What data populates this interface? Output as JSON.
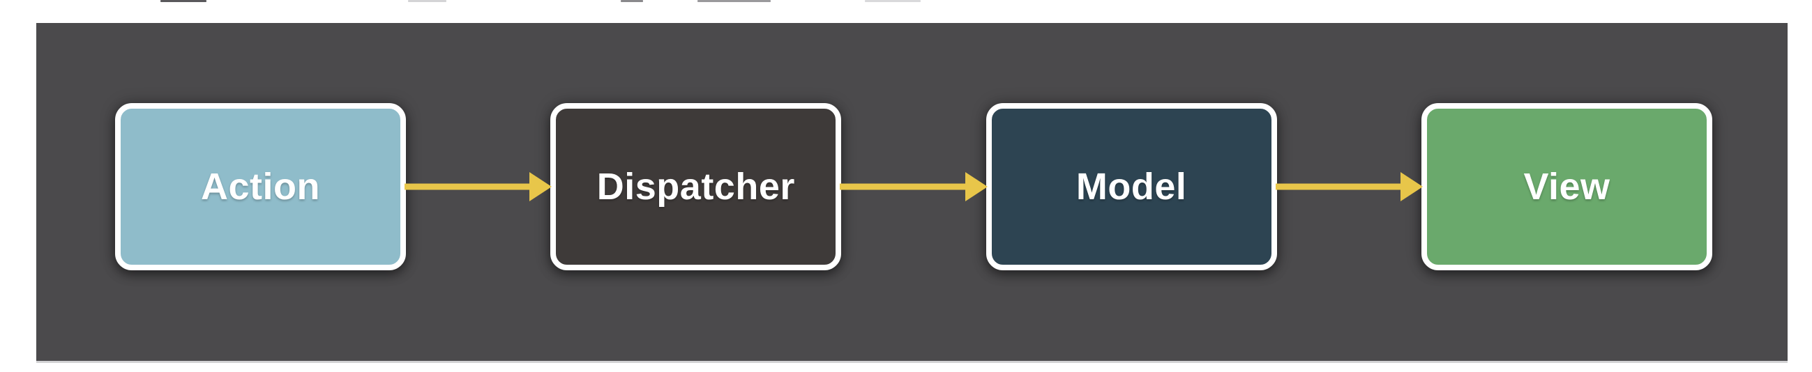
{
  "diagram": {
    "type": "flow",
    "direction": "left-to-right",
    "nodes": [
      {
        "id": "action",
        "label": "Action",
        "fill": "#8fbcca",
        "text_color": "#ffffff"
      },
      {
        "id": "dispatcher",
        "label": "Dispatcher",
        "fill": "#3e3a39",
        "text_color": "#ffffff"
      },
      {
        "id": "model",
        "label": "Model",
        "fill": "#2d4452",
        "text_color": "#ffffff"
      },
      {
        "id": "view",
        "label": "View",
        "fill": "#6aa96c",
        "text_color": "#ffffff"
      }
    ],
    "edges": [
      {
        "from": "action",
        "to": "dispatcher"
      },
      {
        "from": "dispatcher",
        "to": "model"
      },
      {
        "from": "model",
        "to": "view"
      }
    ],
    "colors": {
      "page_background": "#ffffff",
      "panel_background": "#4b4a4c",
      "node_border": "#ffffff",
      "arrow": "#e8c64a"
    }
  }
}
